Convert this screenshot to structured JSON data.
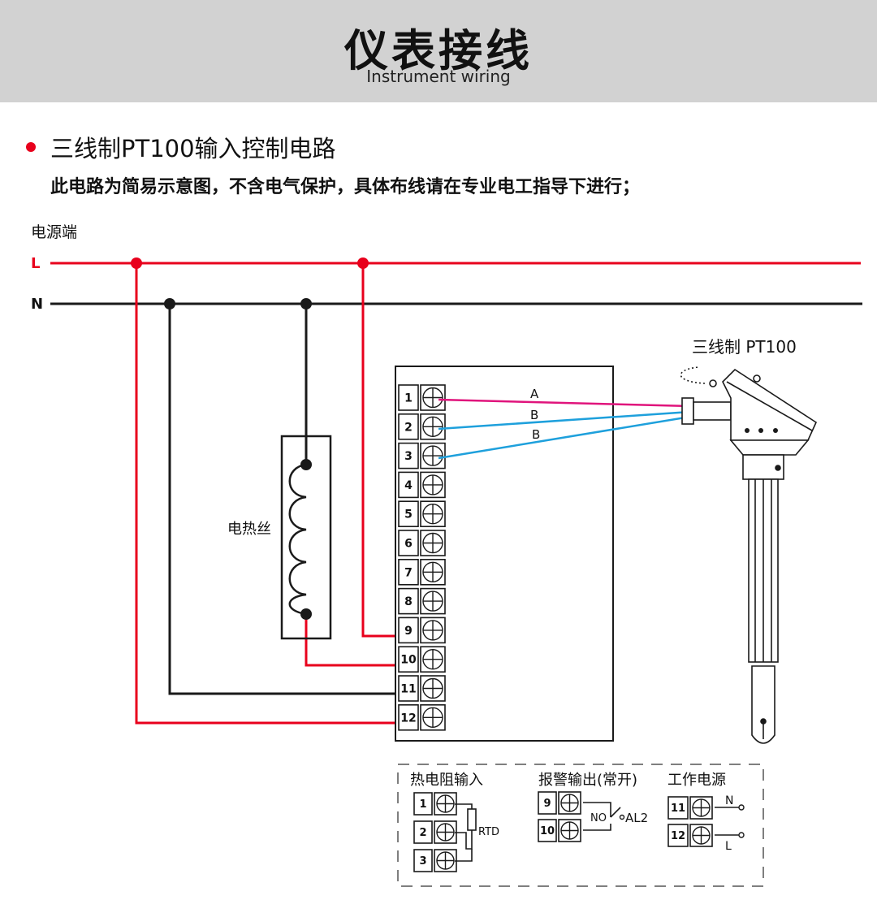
{
  "header": {
    "title": "仪表接线",
    "subtitle": "Instrument wiring"
  },
  "section": {
    "title": "三线制PT100输入控制电路",
    "note": "此电路为简易示意图，不含电气保护，具体布线请在专业电工指导下进行；"
  },
  "diagram": {
    "power_label": "电源端",
    "line_L": "L",
    "line_N": "N",
    "heater_label": "电热丝",
    "sensor_label": "三线制 PT100",
    "wire_labels": [
      "A",
      "B",
      "B"
    ],
    "terminals": [
      "1",
      "2",
      "3",
      "4",
      "5",
      "6",
      "7",
      "8",
      "9",
      "10",
      "11",
      "12"
    ],
    "legend": {
      "rtd": {
        "title": "热电阻输入",
        "terminals": [
          "1",
          "2",
          "3"
        ],
        "device": "RTD"
      },
      "alarm": {
        "title": "报警输出(常开)",
        "terminals": [
          "9",
          "10"
        ],
        "no": "NO",
        "output": "AL2"
      },
      "power": {
        "title": "工作电源",
        "terminals": [
          "11",
          "12"
        ],
        "n": "N",
        "l": "L"
      }
    },
    "colors": {
      "live": "#e8001c",
      "neutral": "#1a1a1a",
      "wire_a": "#e0147c",
      "wire_b": "#1ea0dc"
    }
  }
}
